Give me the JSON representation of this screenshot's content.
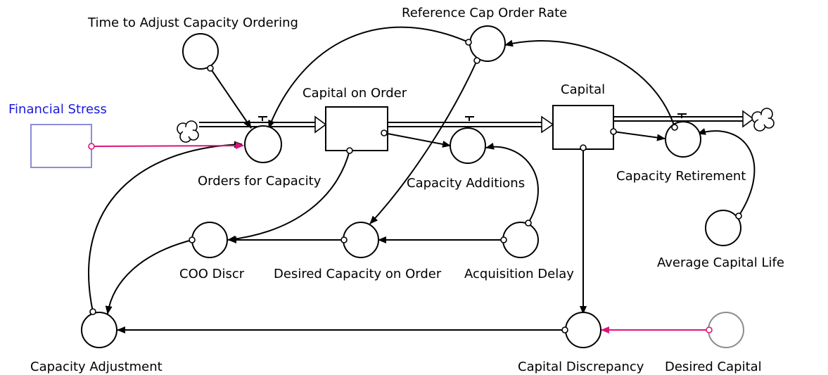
{
  "labels": {
    "financial_stress": "Financial Stress",
    "time_to_adjust": "Time to Adjust Capacity Ordering",
    "reference_cap_order_rate": "Reference Cap Order Rate",
    "capital_on_order": "Capital on Order",
    "capital": "Capital",
    "orders_for_capacity": "Orders for Capacity",
    "capacity_additions": "Capacity Additions",
    "capacity_retirement": "Capacity Retirement",
    "coo_discr": "COO Discr",
    "desired_capacity_on_order": "Desired Capacity on Order",
    "acquisition_delay": "Acquisition Delay",
    "average_capital_life": "Average Capital Life",
    "capacity_adjustment": "Capacity Adjustment",
    "capital_discrepancy": "Capital Discrepancy",
    "desired_capital": "Desired Capital"
  },
  "colors": {
    "link": "#000000",
    "shadow_link": "#dc1478",
    "shadow_label": "#1a1adc",
    "shadow_stock_border": "#8c8cdc",
    "ghost_variable_border": "#8c8c8c"
  }
}
